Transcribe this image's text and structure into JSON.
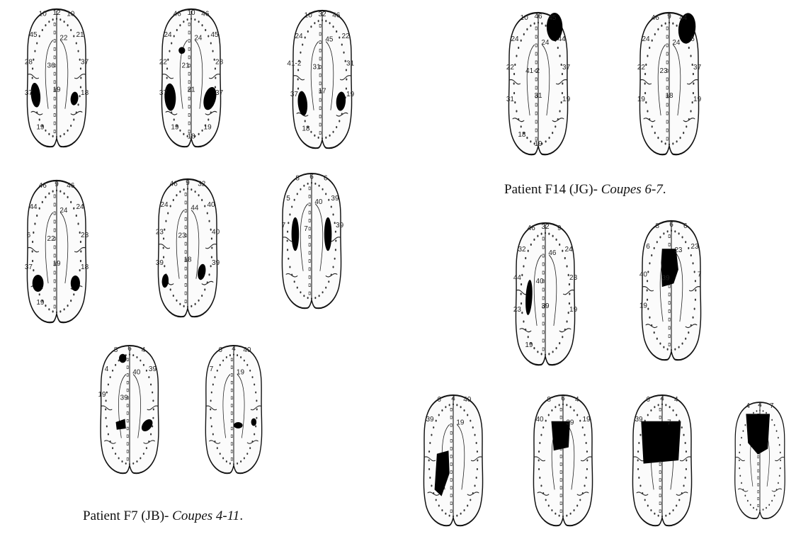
{
  "captions": {
    "f7": {
      "main": "Patient F7 (JB)- ",
      "italic": "Coupes 4-11",
      "end": "."
    },
    "f14": {
      "main": "Patient F14 (JG)- ",
      "italic": "Coupes 6-7",
      "end": "."
    }
  },
  "slices": [
    {
      "id": "f7-1",
      "labels": [
        "10",
        "12",
        "10",
        "45",
        "22",
        "21",
        "28",
        "36",
        "37",
        "37",
        "19",
        "18",
        "19"
      ],
      "lesions": 2
    },
    {
      "id": "f7-2",
      "labels": [
        "46",
        "10",
        "46",
        "24",
        "24",
        "45",
        "22",
        "21",
        "28",
        "37",
        "21",
        "37",
        "19",
        "18",
        "19"
      ],
      "lesions": 3
    },
    {
      "id": "f7-3",
      "labels": [
        "10",
        "32",
        "46",
        "24",
        "45",
        "22",
        "41-2",
        "31",
        "31",
        "37",
        "17",
        "19",
        "18"
      ],
      "lesions": 2
    },
    {
      "id": "f7-4",
      "labels": [
        "46",
        "9",
        "46",
        "44",
        "24",
        "24",
        "6",
        "22",
        "23",
        "37",
        "19",
        "18",
        "19"
      ],
      "lesions": 2
    },
    {
      "id": "f7-5",
      "labels": [
        "46",
        "9",
        "32",
        "24",
        "44",
        "40",
        "23",
        "23",
        "40",
        "39",
        "18",
        "39"
      ],
      "lesions": 2
    },
    {
      "id": "f7-6",
      "labels": [
        "8",
        "6",
        "6",
        "5",
        "40",
        "39",
        "7",
        "7",
        "39"
      ],
      "lesions": 2
    },
    {
      "id": "f7-7",
      "labels": [
        "8",
        "6",
        "4",
        "4",
        "40",
        "39",
        "19",
        "39"
      ],
      "lesions": 3
    },
    {
      "id": "f7-8",
      "labels": [
        "6",
        "4",
        "40",
        "7",
        "19"
      ],
      "lesions": 2
    },
    {
      "id": "f14-1",
      "labels": [
        "10",
        "46",
        "45",
        "24",
        "24",
        "44",
        "22",
        "41-2",
        "37",
        "31",
        "31",
        "19",
        "18",
        "19"
      ],
      "lesions": 1
    },
    {
      "id": "f14-2",
      "labels": [
        "46",
        "9",
        "44",
        "24",
        "24",
        "6",
        "22",
        "23",
        "37",
        "19",
        "18",
        "19"
      ],
      "lesions": 1
    },
    {
      "id": "f14-3",
      "labels": [
        "46",
        "32",
        "9",
        "32",
        "46",
        "24",
        "44",
        "40",
        "23",
        "23",
        "39",
        "19",
        "19"
      ],
      "lesions": 1
    },
    {
      "id": "f14-4",
      "labels": [
        "8",
        "6",
        "6",
        "6",
        "23",
        "23",
        "40",
        "39",
        "7",
        "19"
      ],
      "lesions": 1
    },
    {
      "id": "f14-5",
      "labels": [
        "6",
        "4",
        "40",
        "39",
        "19"
      ],
      "lesions": 1
    },
    {
      "id": "f14-6",
      "labels": [
        "8",
        "6",
        "4",
        "40",
        "39",
        "19"
      ],
      "lesions": 1
    },
    {
      "id": "f14-7",
      "labels": [
        "6",
        "4",
        "4",
        "39",
        "7"
      ],
      "lesions": 1
    },
    {
      "id": "f14-8",
      "labels": [
        "4",
        "4",
        "7"
      ],
      "lesions": 1
    }
  ]
}
